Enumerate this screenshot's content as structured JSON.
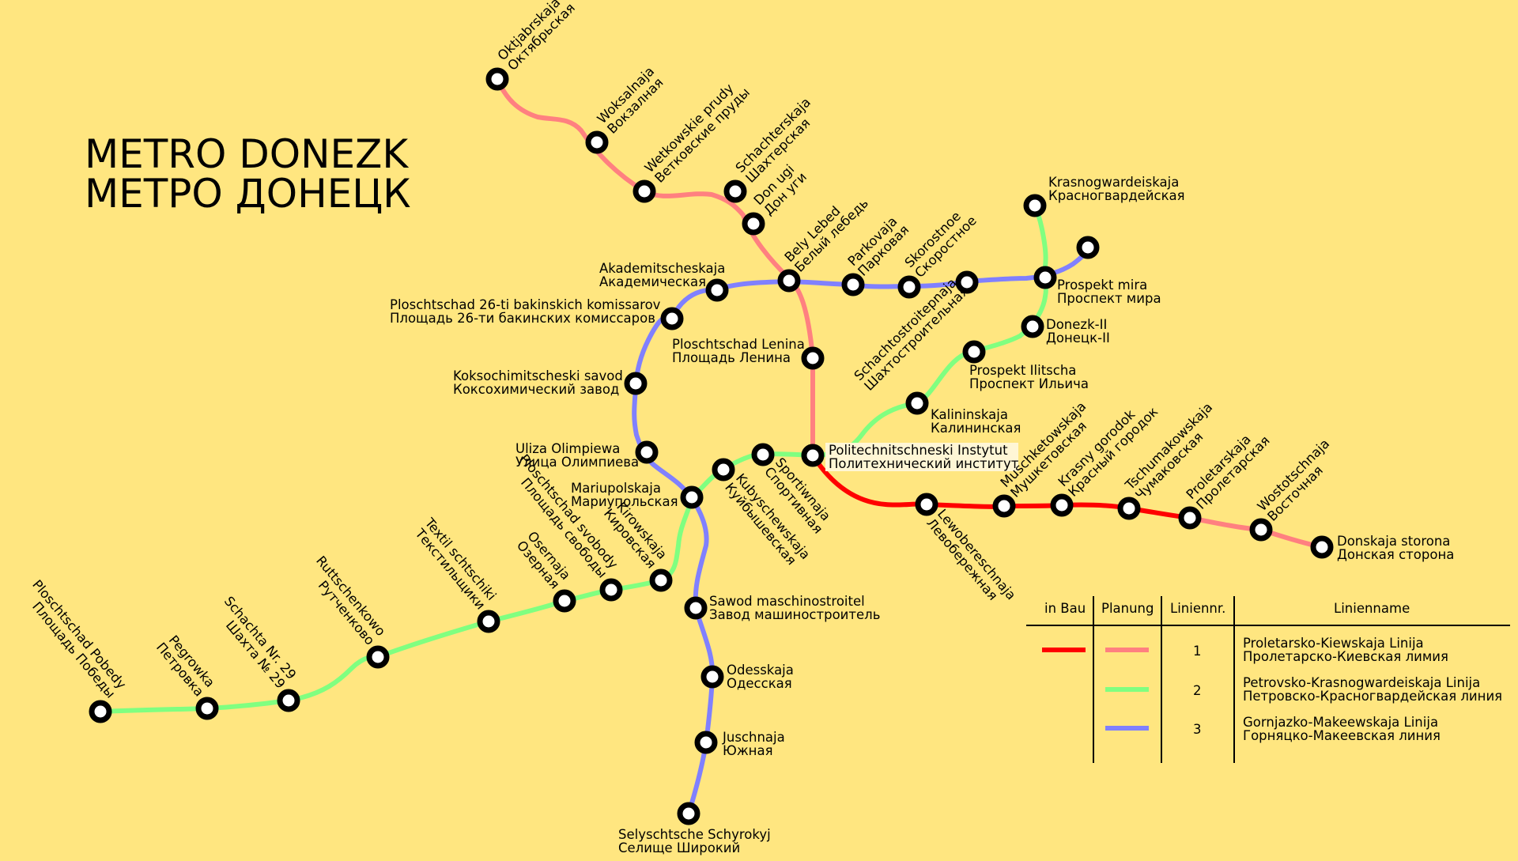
{
  "title": {
    "line1": "METRO DONEZK",
    "line2": "МЕТРО ДОНЕЦК"
  },
  "colors": {
    "background": "#ffe680",
    "line1_construction": "#ff0000",
    "line1_planned": "#ff8080",
    "line2_planned": "#80ff80",
    "line3_planned": "#8080ff",
    "station_fill": "#ffffff",
    "station_stroke": "#000000",
    "highlight": "#fff6d5"
  },
  "stations": {
    "oktjabrskaja": {
      "lat": "Oktjabrskaja",
      "cyr": "Октябрьская"
    },
    "woksalnaja": {
      "lat": "Woksalnaja",
      "cyr": "Вокзалная"
    },
    "wetkowskie": {
      "lat": "Wetkowskie prudy",
      "cyr": "Ветковские пруды"
    },
    "schachterskaja": {
      "lat": "Schachterskaja",
      "cyr": "Шахтерская"
    },
    "don_ugi": {
      "lat": "Don ugi",
      "cyr": "Дон уги"
    },
    "bely_lebed": {
      "lat": "Bely Lebed",
      "cyr": "Белый лебедь"
    },
    "parkovaja": {
      "lat": "Parkovaja",
      "cyr": "Парковая"
    },
    "skorostnoe": {
      "lat": "Skorostnoe",
      "cyr": "Скоростное"
    },
    "krasnogwardeiskaja": {
      "lat": "Krasnogwardeiskaja",
      "cyr": "Красногвардейская"
    },
    "prospekt_mira": {
      "lat": "Prospekt mira",
      "cyr": "Проспект мира"
    },
    "donezk2": {
      "lat": "Donezk-II",
      "cyr": "Донецк-II"
    },
    "schachtostroitelnaja": {
      "lat": "Schachtostroitepnaja",
      "cyr": "Шахтостроительная"
    },
    "prospekt_ilitscha": {
      "lat": "Prospekt Ilitscha",
      "cyr": "Проспект Ильича"
    },
    "kalininskaja": {
      "lat": "Kalininskaja",
      "cyr": "Калининская"
    },
    "akademitscheskaja": {
      "lat": "Akademitscheskaja",
      "cyr": "Академическая"
    },
    "ploschtschad26": {
      "lat": "Ploschtschad 26-ti bakinskich komissarov",
      "cyr": "Площадь 26-ти бакинских комиссаров"
    },
    "ploschtschad_lenina": {
      "lat": "Ploschtschad Lenina",
      "cyr": "Площадь Ленина"
    },
    "koksochimitscheski": {
      "lat": "Koksochimitscheski savod",
      "cyr": "Коксохимический завод"
    },
    "uliza_olimpiewa": {
      "lat": "Uliza Olimpiewa",
      "cyr": "Улица Олимпиева"
    },
    "politechnitschneski": {
      "lat": "Politechnitschneski Instytut",
      "cyr": "Политехнический институт"
    },
    "sportiwnaja": {
      "lat": "Sportiwnaja",
      "cyr": "Спортивная"
    },
    "kubyschewskaja": {
      "lat": "Kubyschewskaja",
      "cyr": "Куйбышевская"
    },
    "mariupolskaja": {
      "lat": "Mariupolskaja",
      "cyr": "Мариупольская"
    },
    "kirowskaja": {
      "lat": "Kirowskaja",
      "cyr": "Кировская"
    },
    "ploschtschad_svobody": {
      "lat": "Ploschtschad svobody",
      "cyr": "Площадь свободы"
    },
    "osernaja": {
      "lat": "Osernaja",
      "cyr": "Озерная"
    },
    "textil": {
      "lat": "Textil schtschiki",
      "cyr": "Текстильщики"
    },
    "ruttschenkowo": {
      "lat": "Ruttschenkowo",
      "cyr": "Рутченково"
    },
    "schachta29": {
      "lat": "Schachta Nr. 29",
      "cyr": "Шахта № 29"
    },
    "pegrowka": {
      "lat": "Pegrowka",
      "cyr": "Петровка"
    },
    "ploschtschad_pobedy": {
      "lat": "Ploschtschad Pobedy",
      "cyr": "Площадь Победы"
    },
    "sawod": {
      "lat": "Sawod maschinostroitel",
      "cyr": "Завод машиностроитель"
    },
    "odesskaja": {
      "lat": "Odesskaja",
      "cyr": "Одесская"
    },
    "juschnaja": {
      "lat": "Juschnaja",
      "cyr": "Южная"
    },
    "selyschtsche": {
      "lat": "Selyschtsche Schyrokyj",
      "cyr": "Селище Широкий"
    },
    "lewobereschnaja": {
      "lat": "Lewobereschnaja",
      "cyr": "Левобережная"
    },
    "muschketowskaja": {
      "lat": "Muschketowskaja",
      "cyr": "Мушкетовская"
    },
    "krasny_gorodok": {
      "lat": "Krasny gorodok",
      "cyr": "Красный городок"
    },
    "tschumakowskaja": {
      "lat": "Tschumakowskaja",
      "cyr": "Чумаковская"
    },
    "proletarskaja": {
      "lat": "Proletarskaja",
      "cyr": "Пролетарская"
    },
    "wostotschnaja": {
      "lat": "Wostotschnaja",
      "cyr": "Восточная"
    },
    "donskaja": {
      "lat": "Donskaja storona",
      "cyr": "Донская сторона"
    }
  },
  "legend": {
    "headers": {
      "in_bau": "in Bau",
      "planung": "Planung",
      "liniennr": "Liniennr.",
      "linienname": "Linienname"
    },
    "rows": [
      {
        "nr": "1",
        "name_lat": "Proletarsko-Kiewskaja Linija",
        "name_cyr": "Пролетарско-Киевская лимия"
      },
      {
        "nr": "2",
        "name_lat": "Petrovsko-Krasnogwardeiskaja Linija",
        "name_cyr": "Петровско-Красногвардейская линия"
      },
      {
        "nr": "3",
        "name_lat": "Gornjazko-Makeewskaja Linija",
        "name_cyr": "Горняцко-Макеевская линия"
      }
    ]
  }
}
